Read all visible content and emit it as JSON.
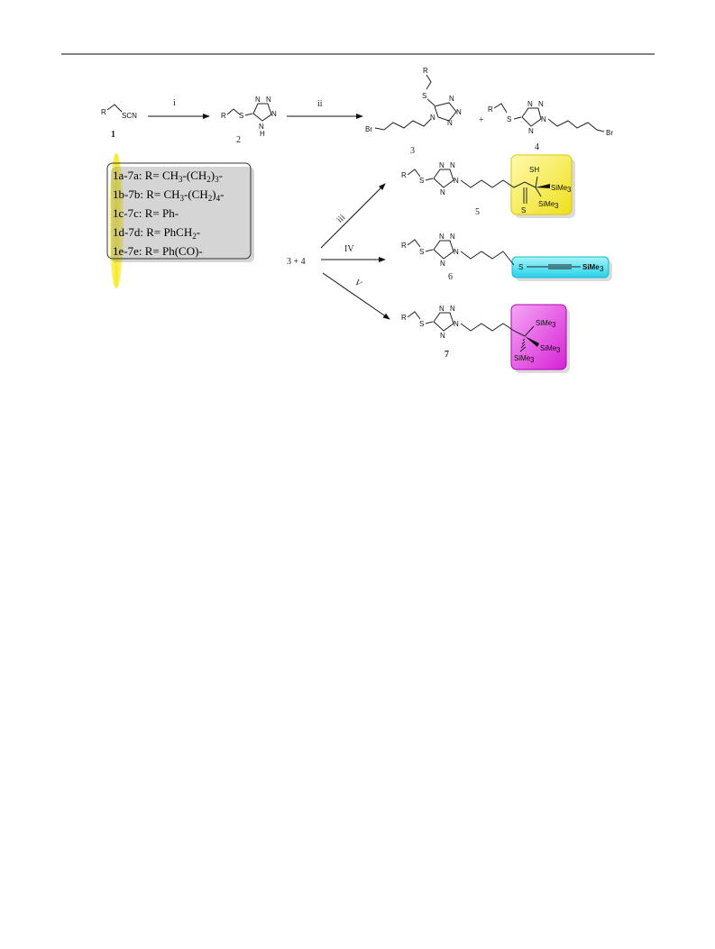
{
  "reagents": {
    "step1": "i",
    "step2": "ii",
    "step3": "iii",
    "step4": "IV",
    "step5": "V"
  },
  "compounds": {
    "c1": "1",
    "c2": "2",
    "c3": "3",
    "c4": "4",
    "c5": "5",
    "c6": "6",
    "c7": "7",
    "mix": "3 + 4",
    "plus": "+"
  },
  "atoms": {
    "R": "R",
    "SCN": "SCN",
    "S": "S",
    "N": "N",
    "H": "H",
    "Br": "Br",
    "SH": "SH",
    "SiMe3": "SiMe",
    "sub3": "3"
  },
  "substituents": [
    {
      "text": "1a-7a: R= CH",
      "tail": "-(CH",
      "s1": "3",
      "s2": "2",
      "end": ")",
      "s3": "3",
      "dash": "-"
    },
    {
      "text": "1b-7b: R= CH",
      "tail": "-(CH",
      "s1": "3",
      "s2": "2",
      "end": ")",
      "s3": "4",
      "dash": "-"
    },
    {
      "text": "1c-7c: R= Ph-"
    },
    {
      "text": "1d-7d: R= PhCH",
      "s1": "2",
      "dash": "-"
    },
    {
      "text": "1e-7e: R= Ph(CO)-"
    }
  ],
  "colors": {
    "yellow": "#f5ea2a",
    "cyan": "#3fe0f0",
    "magenta": "#e646e6",
    "arrow": "#111111"
  }
}
